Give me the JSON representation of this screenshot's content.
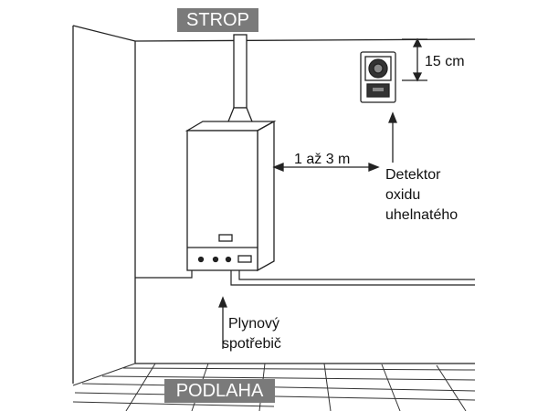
{
  "labels": {
    "ceiling": "STROP",
    "floor": "PODLAHA",
    "gap_ceiling": "15 cm",
    "distance": "1 až 3 m",
    "detector_line1": "Detektor",
    "detector_line2": "oxidu",
    "detector_line3": "uhelnatého",
    "appliance_line1": "Plynový",
    "appliance_line2": "spotřebič"
  },
  "colors": {
    "tag_bg": "#7a7a7a",
    "line": "#222222"
  }
}
